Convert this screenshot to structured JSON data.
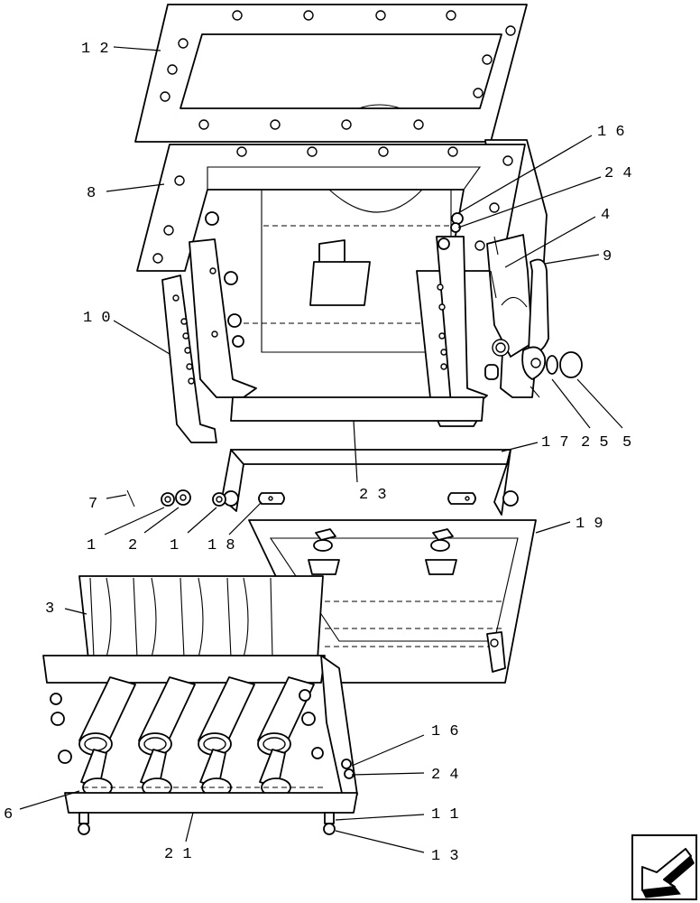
{
  "diagram": {
    "callouts": {
      "c12": "1 2",
      "c8": "8",
      "c16a": "1 6",
      "c24a": "2 4",
      "c4": "4",
      "c9": "9",
      "c10": "1 0",
      "c17": "1 7",
      "c25": "2 5",
      "c5": "5",
      "c7": "7",
      "c23": "2 3",
      "c1a": "1",
      "c2": "2",
      "c1b": "1",
      "c18": "1 8",
      "c19": "1 9",
      "c3": "3",
      "c16b": "1 6",
      "c24b": "2 4",
      "c6": "6",
      "c11": "1 1",
      "c13": "1 3",
      "c21": "2 1"
    },
    "nav_icon": "arrow-back-icon"
  }
}
